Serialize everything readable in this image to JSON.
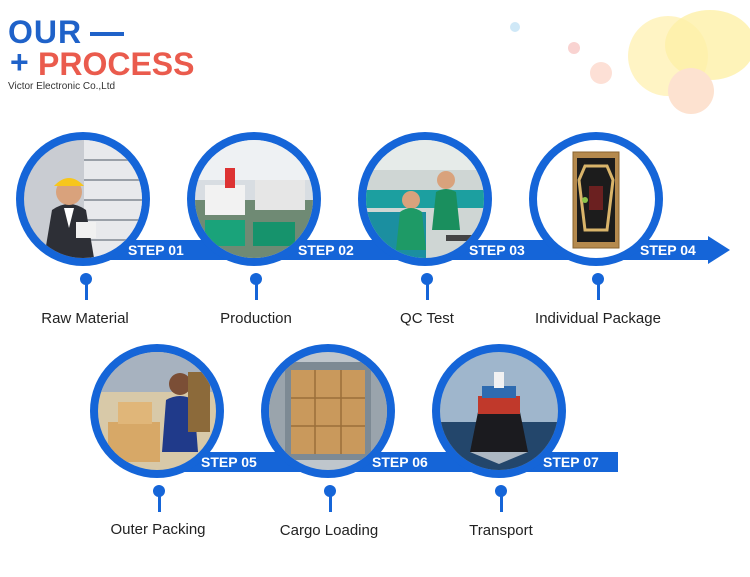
{
  "header": {
    "our": "OUR",
    "plus": "+",
    "process": "PROCESS",
    "company": "Victor Electronic Co.,Ltd"
  },
  "steps": [
    {
      "step": "STEP 01",
      "label": "Raw Material"
    },
    {
      "step": "STEP 02",
      "label": "Production"
    },
    {
      "step": "STEP 03",
      "label": "QC Test"
    },
    {
      "step": "STEP 04",
      "label": "Individual Package"
    },
    {
      "step": "STEP 05",
      "label": "Outer Packing"
    },
    {
      "step": "STEP 06",
      "label": "Cargo Loading"
    },
    {
      "step": "STEP 07",
      "label": "Transport"
    }
  ],
  "colors": {
    "primary_blue": "#1565d8",
    "title_blue": "#1f62c9",
    "accent_red": "#ea5b4d"
  }
}
